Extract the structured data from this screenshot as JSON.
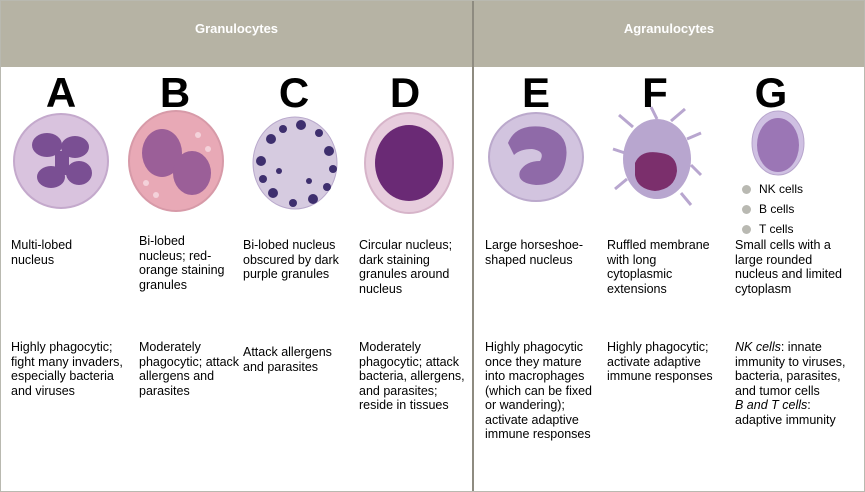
{
  "headers": {
    "granulocytes": "Granulocytes",
    "agranulocytes": "Agranulocytes"
  },
  "columns": [
    {
      "letter": "A",
      "structure": "Multi-lobed nucleus",
      "function": "Highly phagocytic; fight many invaders, especially bacteria and viruses",
      "colors": {
        "cytoplasm": "#d9c3de",
        "nucleus": "#7a4f93"
      }
    },
    {
      "letter": "B",
      "structure": "Bi-lobed nucleus; red-orange staining granules",
      "function": "Moderately phagocytic; attack allergens and parasites",
      "colors": {
        "cytoplasm": "#e8a9b6",
        "nucleus": "#9b5f98"
      }
    },
    {
      "letter": "C",
      "structure": "Bi-lobed nucleus obscured by dark purple granules",
      "function": "Attack allergens and parasites",
      "colors": {
        "cytoplasm": "#d6cbe0",
        "granule": "#3e2f6e"
      }
    },
    {
      "letter": "D",
      "structure": "Circular nucleus; dark staining granules around nucleus",
      "function": "Moderately phagocytic; attack bacteria, allergens, and parasites; reside in tissues",
      "colors": {
        "cytoplasm": "#e7cddd",
        "nucleus": "#6a2a75"
      }
    },
    {
      "letter": "E",
      "structure": "Large horseshoe-shaped nucleus",
      "function": "Highly phagocytic once they mature into macrophages (which can be fixed or wandering); activate adaptive immune responses",
      "colors": {
        "cytoplasm": "#d2c4df",
        "nucleus": "#8f6aa8"
      }
    },
    {
      "letter": "F",
      "structure": "Ruffled membrane with long cytoplasmic extensions",
      "function": "Highly phagocytic; activate adaptive immune responses",
      "colors": {
        "membrane": "#b8a6cf",
        "nucleus": "#7b2f6c"
      }
    },
    {
      "letter": "G",
      "structure": "Small cells with a large rounded nucleus and limited cytoplasm",
      "function_nk_label": "NK cells",
      "function_nk_text": ": innate immunity to viruses, bacteria, parasites, and tumor cells",
      "function_bt_label": "B and T cells",
      "function_bt_text": ": adaptive immunity",
      "colors": {
        "cytoplasm": "#cfc0e2",
        "nucleus": "#9b76b5"
      }
    }
  ],
  "legend": [
    "NK cells",
    "B cells",
    "T cells"
  ]
}
